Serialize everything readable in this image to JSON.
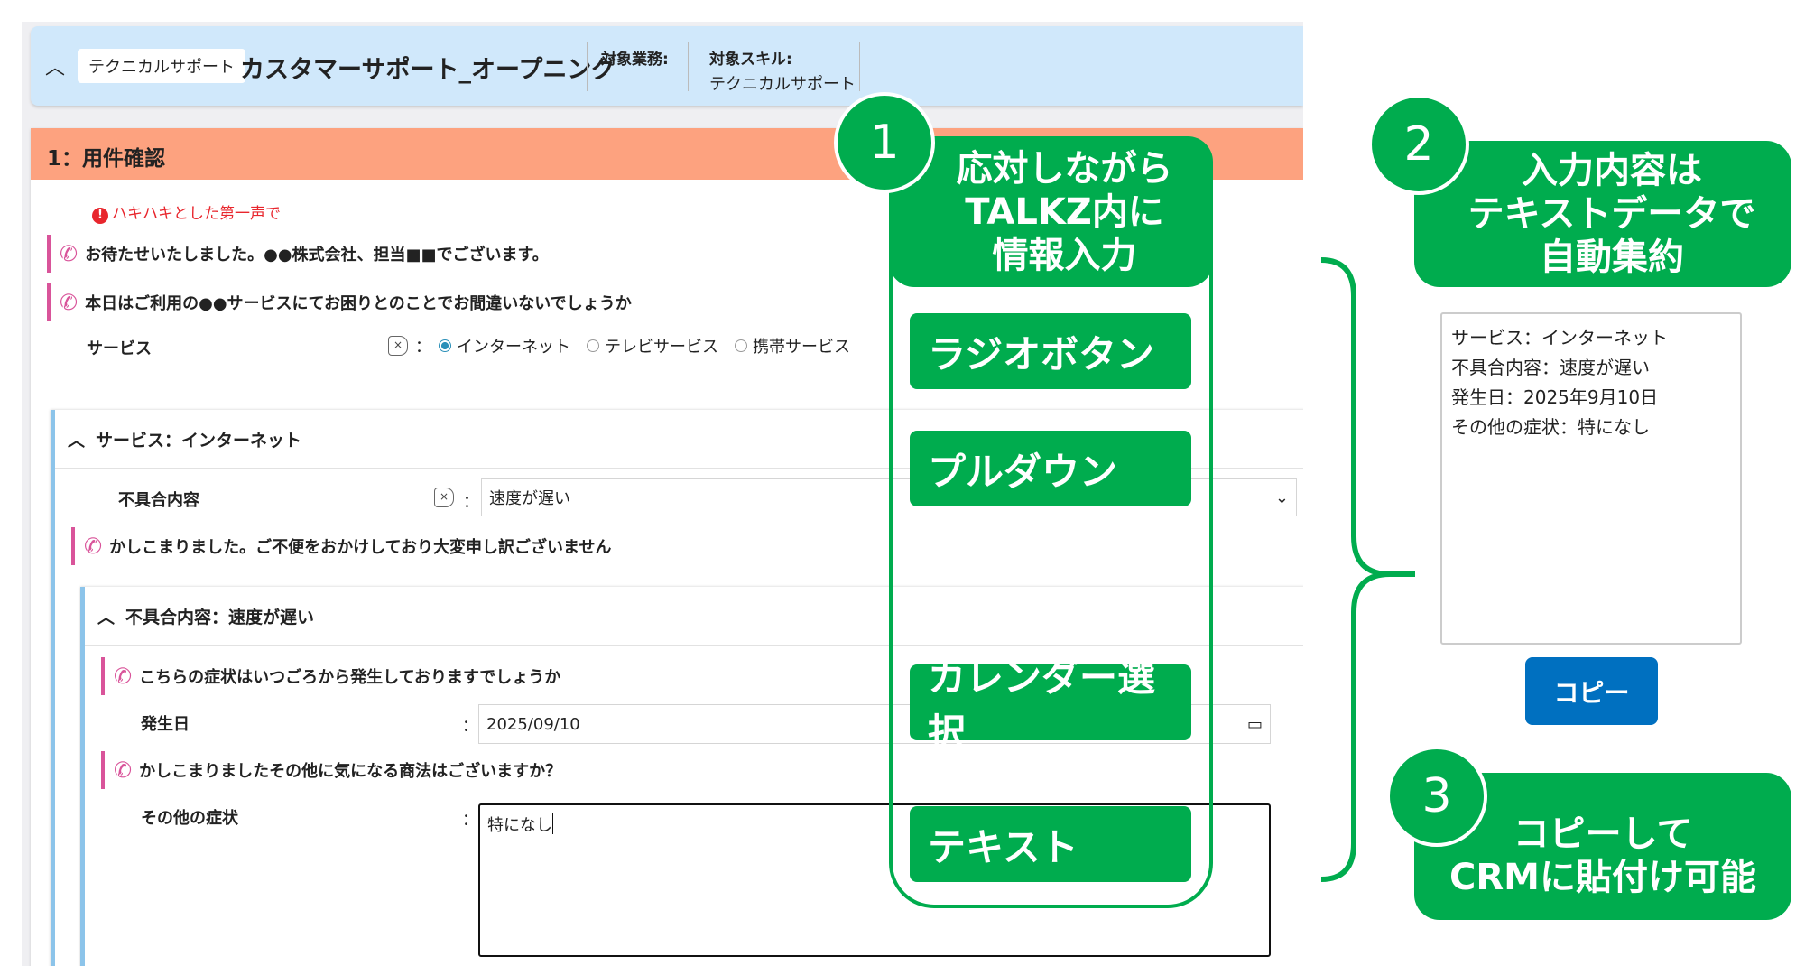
{
  "header": {
    "collapse_icon": "chevron-up-icon",
    "tag": "テクニカルサポート",
    "title": "カスタマーサポート_オープニング",
    "target_business_label": "対象業務:",
    "target_skill_label": "対象スキル:",
    "target_skill_value": "テクニカルサポート"
  },
  "section": {
    "title": "1：用件確認",
    "warning": "ハキハキとした第一声で",
    "scripts": [
      "お待たせいたしました。●●株式会社、担当■■でございます。",
      "本日はご利用の●●サービスにてお困りとのことでお間違いないでしょうか"
    ],
    "service_label": "サービス",
    "service_options": [
      "インターネット",
      "テレビサービス",
      "携帯サービス"
    ],
    "service_selected": "インターネット"
  },
  "service_panel": {
    "title": "サービス：インターネット",
    "issue_label": "不具合内容",
    "issue_value": "速度が遅い",
    "script": "かしこまりました。ご不便をおかけしており大変申し訳ございません"
  },
  "issue_panel": {
    "title": "不具合内容：速度が遅い",
    "script1": "こちらの症状はいつごろから発生しておりますでしょうか",
    "date_label": "発生日",
    "date_value": "2025/09/10",
    "script2": "かしこまりましたその他に気になる商法はございますか？",
    "other_label": "その他の症状",
    "other_value": "特になし"
  },
  "colon": "：",
  "annotations": {
    "one": {
      "num": "1",
      "lines": [
        "応対しながら",
        "TALKZ内に",
        "情報入力"
      ]
    },
    "two": {
      "num": "2",
      "lines": [
        "入力内容は",
        "テキストデータで",
        "自動集約"
      ]
    },
    "three": {
      "num": "3",
      "lines": [
        "コピーして",
        "CRMに貼付け可能"
      ]
    },
    "labels": [
      "ラジオボタン",
      "プルダウン",
      "カレンダー選択",
      "テキスト"
    ]
  },
  "summary": {
    "lines": [
      "サービス：インターネット",
      "不具合内容：速度が遅い",
      "発生日：2025年9月10日",
      "その他の症状：特になし"
    ],
    "copy_label": "コピー"
  },
  "colors": {
    "accent_green": "#00ac4e",
    "header_blue": "#d0e8fb",
    "section_orange": "#fda27f",
    "copy_blue": "#0070c0"
  }
}
